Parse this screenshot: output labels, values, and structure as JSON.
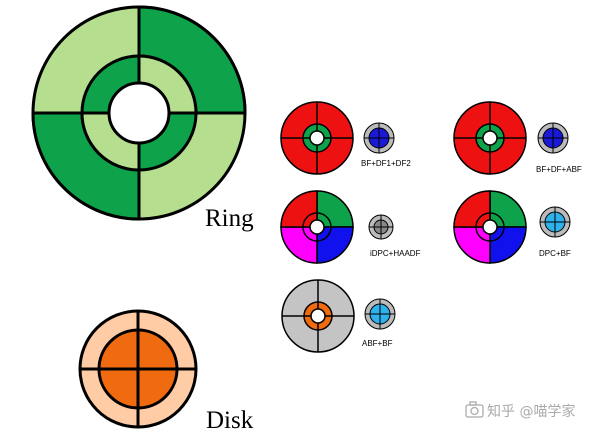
{
  "labels": {
    "ring": "Ring",
    "disk": "Disk",
    "bf_df1_df2": "BF+DF1+DF2",
    "bf_df_abf": "BF+DF+ABF",
    "idpc_haadf": "iDPC+HAADF",
    "dpc_bf": "DPC+BF",
    "abf_bf": "ABF+BF",
    "watermark": "知乎 @喵学家"
  },
  "colors": {
    "light_green": "#b5df8e",
    "dark_green": "#0ea34a",
    "red": "#ee1111",
    "magenta": "#ff00ff",
    "blue": "#1111ee",
    "gray": "#c4c4c4",
    "orange": "#f06a10",
    "peach": "#ffcca6",
    "navy_blue": "#1a1ad6",
    "sky_blue": "#2fb1ec",
    "icon_gray": "#bbbbbb",
    "outline": "#000000",
    "watermark": "#aaaaaa"
  },
  "icons": [
    "camera-icon"
  ]
}
